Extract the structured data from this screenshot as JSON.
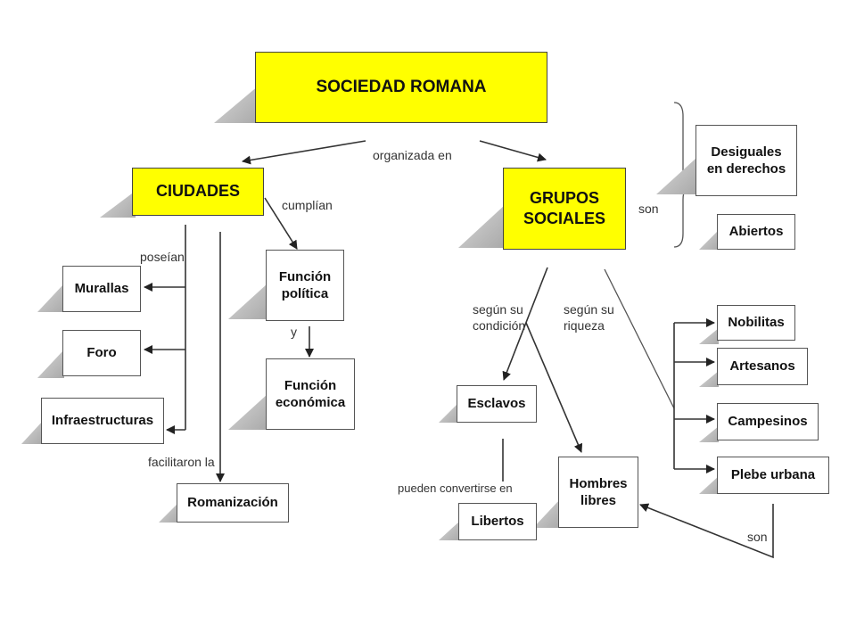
{
  "nodes": {
    "sociedad_romana": "SOCIEDAD ROMANA",
    "ciudades": "CIUDADES",
    "grupos_sociales": [
      "GRUPOS",
      "SOCIALES"
    ],
    "murallas": "Murallas",
    "foro": "Foro",
    "infraestructuras": "Infraestructuras",
    "romanizacion": "Romanización",
    "funcion_politica": [
      "Función",
      "política"
    ],
    "funcion_economica": [
      "Función",
      "económica"
    ],
    "desiguales": [
      "Desiguales",
      "en derechos"
    ],
    "abiertos": "Abiertos",
    "esclavos": "Esclavos",
    "libertos": "Libertos",
    "hombres_libres": [
      "Hombres",
      "libres"
    ],
    "nobilitas": "Nobilitas",
    "artesanos": "Artesanos",
    "campesinos": "Campesinos",
    "plebe_urbana": "Plebe urbana"
  },
  "links": {
    "organizada_en": "organizada en",
    "cumplian": "cumplían",
    "poseian": "poseían",
    "y": "y",
    "facilitaron_la": "facilitaron la",
    "son_1": "son",
    "segun_condicion": [
      "según su",
      "condición"
    ],
    "segun_riqueza": [
      "según su",
      "riqueza"
    ],
    "pueden_convertirse_en": "pueden convertirse en",
    "son_2": "son"
  },
  "colors": {
    "accent": "#ffff00",
    "border": "#555555",
    "shadow": "#b0b0b0"
  }
}
